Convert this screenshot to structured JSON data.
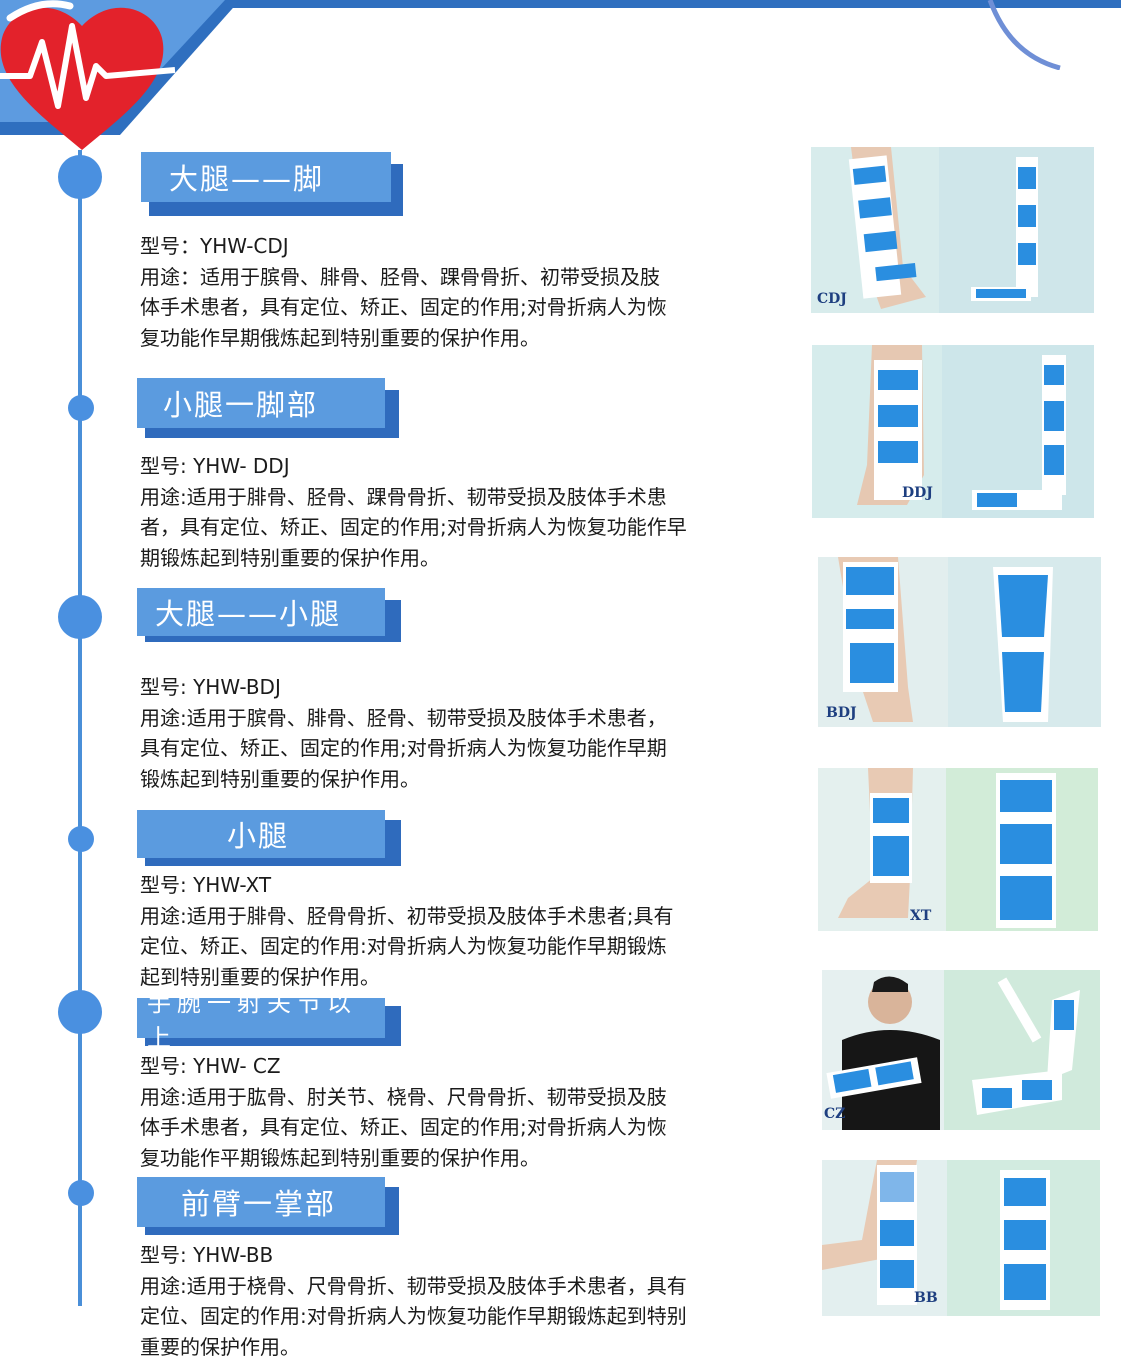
{
  "colors": {
    "accent_blue": "#4a8fd8",
    "title_face": "#5b9bdf",
    "title_shadow": "#2f6bbd",
    "heart_red": "#e3222b",
    "brace_blue": "#2a8ee0"
  },
  "products": [
    {
      "title": "大腿——脚",
      "model": "型号：YHW-CDJ",
      "usage_lines": [
        "用途：适用于膑骨、腓骨、胫骨、踝骨骨折、初带受损及肢",
        "体手术患者，具有定位、矫正、固定的作用;对骨折病人为恢",
        "复功能作早期俄炼起到特别重要的保护作用。"
      ],
      "photo_label": "CDJ"
    },
    {
      "title": "小腿一脚部",
      "model": "型号: YHW- DDJ",
      "usage_lines": [
        "用途:适用于腓骨、胫骨、踝骨骨折、韧带受损及肢体手术患",
        "者，具有定位、矫正、固定的作用;对骨折病人为恢复功能作早",
        "期锻炼起到特别重要的保护作用。"
      ],
      "photo_label": "DDJ"
    },
    {
      "title": "大腿——小腿",
      "model": "型号: YHW-BDJ",
      "usage_lines": [
        "用途:适用于膑骨、腓骨、胫骨、韧带受损及肢体手术患者，",
        "具有定位、矫正、固定的作用;对骨折病人为恢复功能作早期",
        "锻炼起到特别重要的保护作用。"
      ],
      "photo_label": "BDJ"
    },
    {
      "title": "小腿",
      "model": "型号: YHW-XT",
      "usage_lines": [
        "用途:适用于腓骨、胫骨骨折、初带受损及肢体手术患者;具有",
        "定位、矫正、固定的作用:对骨折病人为恢复功能作早期锻炼",
        "起到特别重要的保护作用。"
      ],
      "photo_label": "XT"
    },
    {
      "title": "手腕一射关节以上",
      "model": "型号: YHW- CZ",
      "usage_lines": [
        "用途:适用于肱骨、肘关节、桡骨、尺骨骨折、韧带受损及肢",
        "体手术患者，具有定位、矫正、固定的作用;对骨折病人为恢",
        "复功能作平期锻炼起到特别重要的保护作用。"
      ],
      "photo_label": "CZ"
    },
    {
      "title": "前臂一掌部",
      "model": "型号: YHW-BB",
      "usage_lines": [
        "用途:适用于桡骨、尺骨骨折、韧带受损及肢体手术患者，具有",
        "定位、固定的作用:对骨折病人为恢复功能作早期锻炼起到特别",
        "重要的保护作用。"
      ],
      "photo_label": "BB"
    }
  ]
}
